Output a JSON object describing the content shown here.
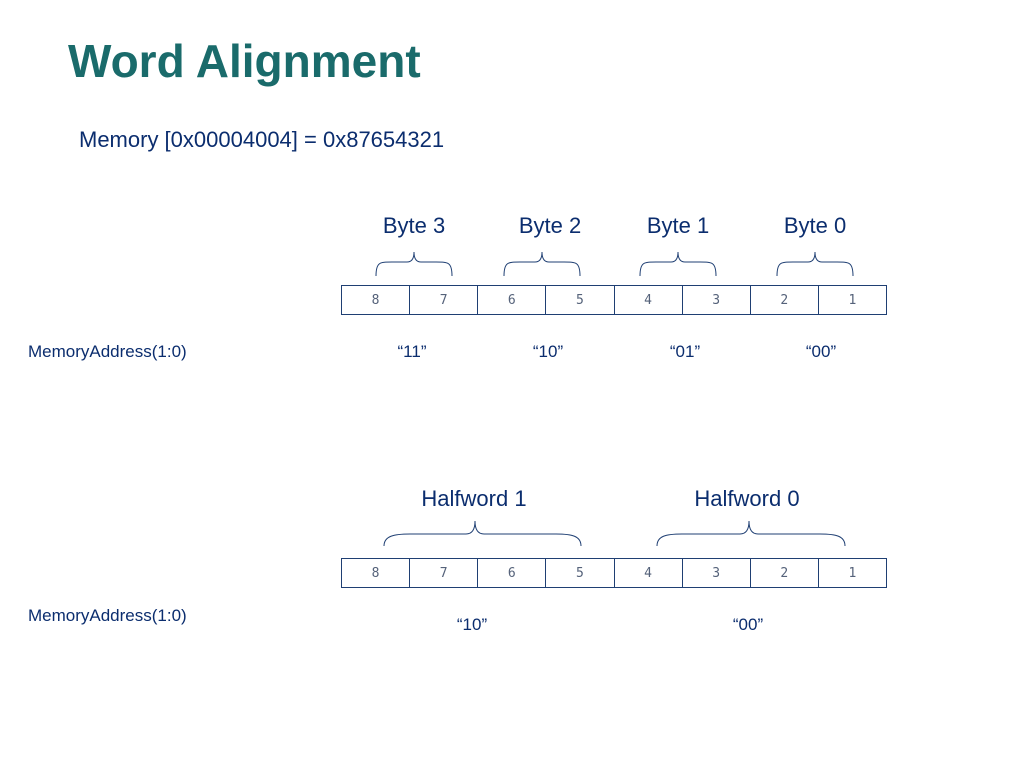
{
  "title": "Word Alignment",
  "subtitle": "Memory [0x00004004] = 0x87654321",
  "byte_view": {
    "row_label": "MemoryAddress(1:0)",
    "cells": [
      "8",
      "7",
      "6",
      "5",
      "4",
      "3",
      "2",
      "1"
    ],
    "groups": [
      {
        "label": "Byte 3",
        "address": "“11”"
      },
      {
        "label": "Byte 2",
        "address": "“10”"
      },
      {
        "label": "Byte 1",
        "address": "“01”"
      },
      {
        "label": "Byte 0",
        "address": "“00”"
      }
    ]
  },
  "halfword_view": {
    "row_label": "MemoryAddress(1:0)",
    "cells": [
      "8",
      "7",
      "6",
      "5",
      "4",
      "3",
      "2",
      "1"
    ],
    "groups": [
      {
        "label": "Halfword 1",
        "address": "“10”"
      },
      {
        "label": "Halfword 0",
        "address": "“00”"
      }
    ]
  },
  "colors": {
    "title": "#1a6b6b",
    "text": "#0b2d6e",
    "line": "#1f3f73"
  }
}
